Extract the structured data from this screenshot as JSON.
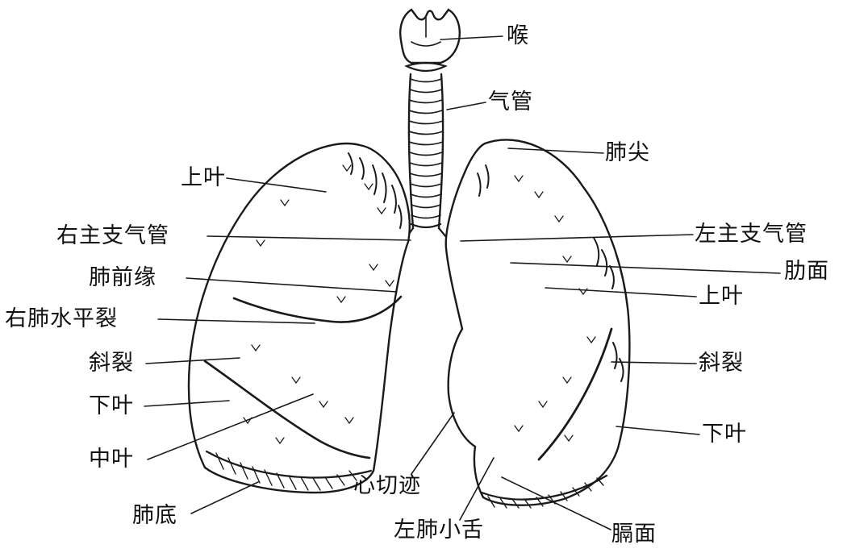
{
  "diagram": {
    "kind": "anatomical line drawing of the lungs, trachea and larynx (anterior view)",
    "ink_color": "#1a1a1a",
    "background_color": "#ffffff",
    "labels": [
      {
        "text": "喉"
      },
      {
        "text": "气管"
      },
      {
        "text": "肺尖"
      },
      {
        "text": "上叶"
      },
      {
        "text": "右主支气管"
      },
      {
        "text": "左主支气管"
      },
      {
        "text": "肺前缘"
      },
      {
        "text": "肋面"
      },
      {
        "text": "上叶"
      },
      {
        "text": "右肺水平裂"
      },
      {
        "text": "斜裂"
      },
      {
        "text": "斜裂"
      },
      {
        "text": "下叶"
      },
      {
        "text": "下叶"
      },
      {
        "text": "中叶"
      },
      {
        "text": "心切迹"
      },
      {
        "text": "肺底"
      },
      {
        "text": "左肺小舌"
      },
      {
        "text": "膈面"
      }
    ]
  }
}
